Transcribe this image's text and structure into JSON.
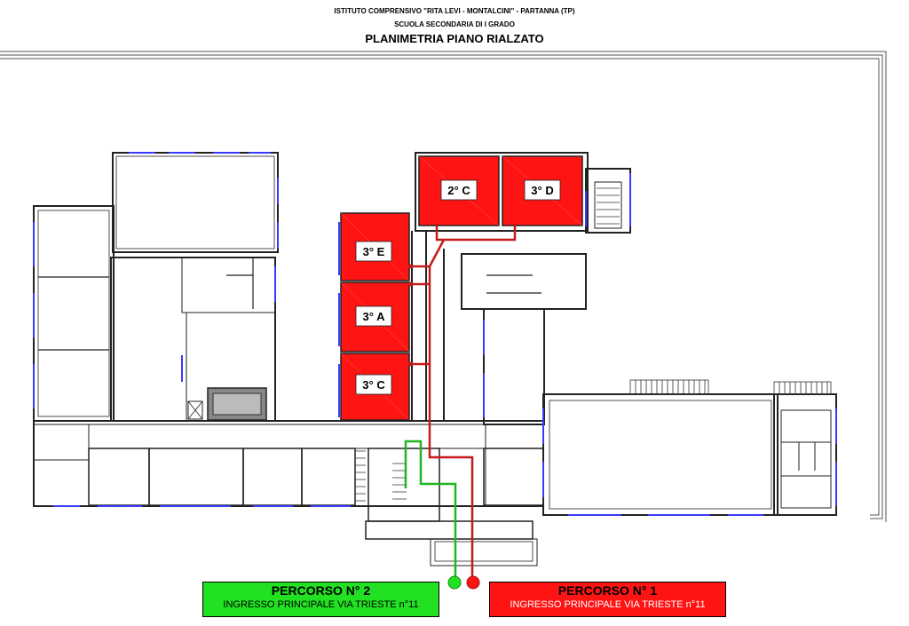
{
  "header": {
    "line1": "ISTITUTO COMPRENSIVO \"RITA LEVI - MONTALCINI\" - PARTANNA (TP)",
    "line2": "SCUOLA SECONDARIA DI I GRADO",
    "title": "PLANIMETRIA PIANO RIALZATO"
  },
  "rooms": [
    "2° C",
    "3° D",
    "3° E",
    "3° A",
    "3° C"
  ],
  "legend": {
    "route2": {
      "title": "PERCORSO N° 2",
      "subtitle": "INGRESSO PRINCIPALE VIA TRIESTE n°11",
      "color": "#22e022"
    },
    "route1": {
      "title": "PERCORSO N° 1",
      "subtitle": "INGRESSO PRINCIPALE VIA TRIESTE n°11",
      "color": "#ff1414"
    }
  },
  "colors": {
    "classroom": "#ff1414",
    "route1_line": "#c41a1a",
    "route2_line": "#22b522",
    "window": "#3a3aff"
  }
}
